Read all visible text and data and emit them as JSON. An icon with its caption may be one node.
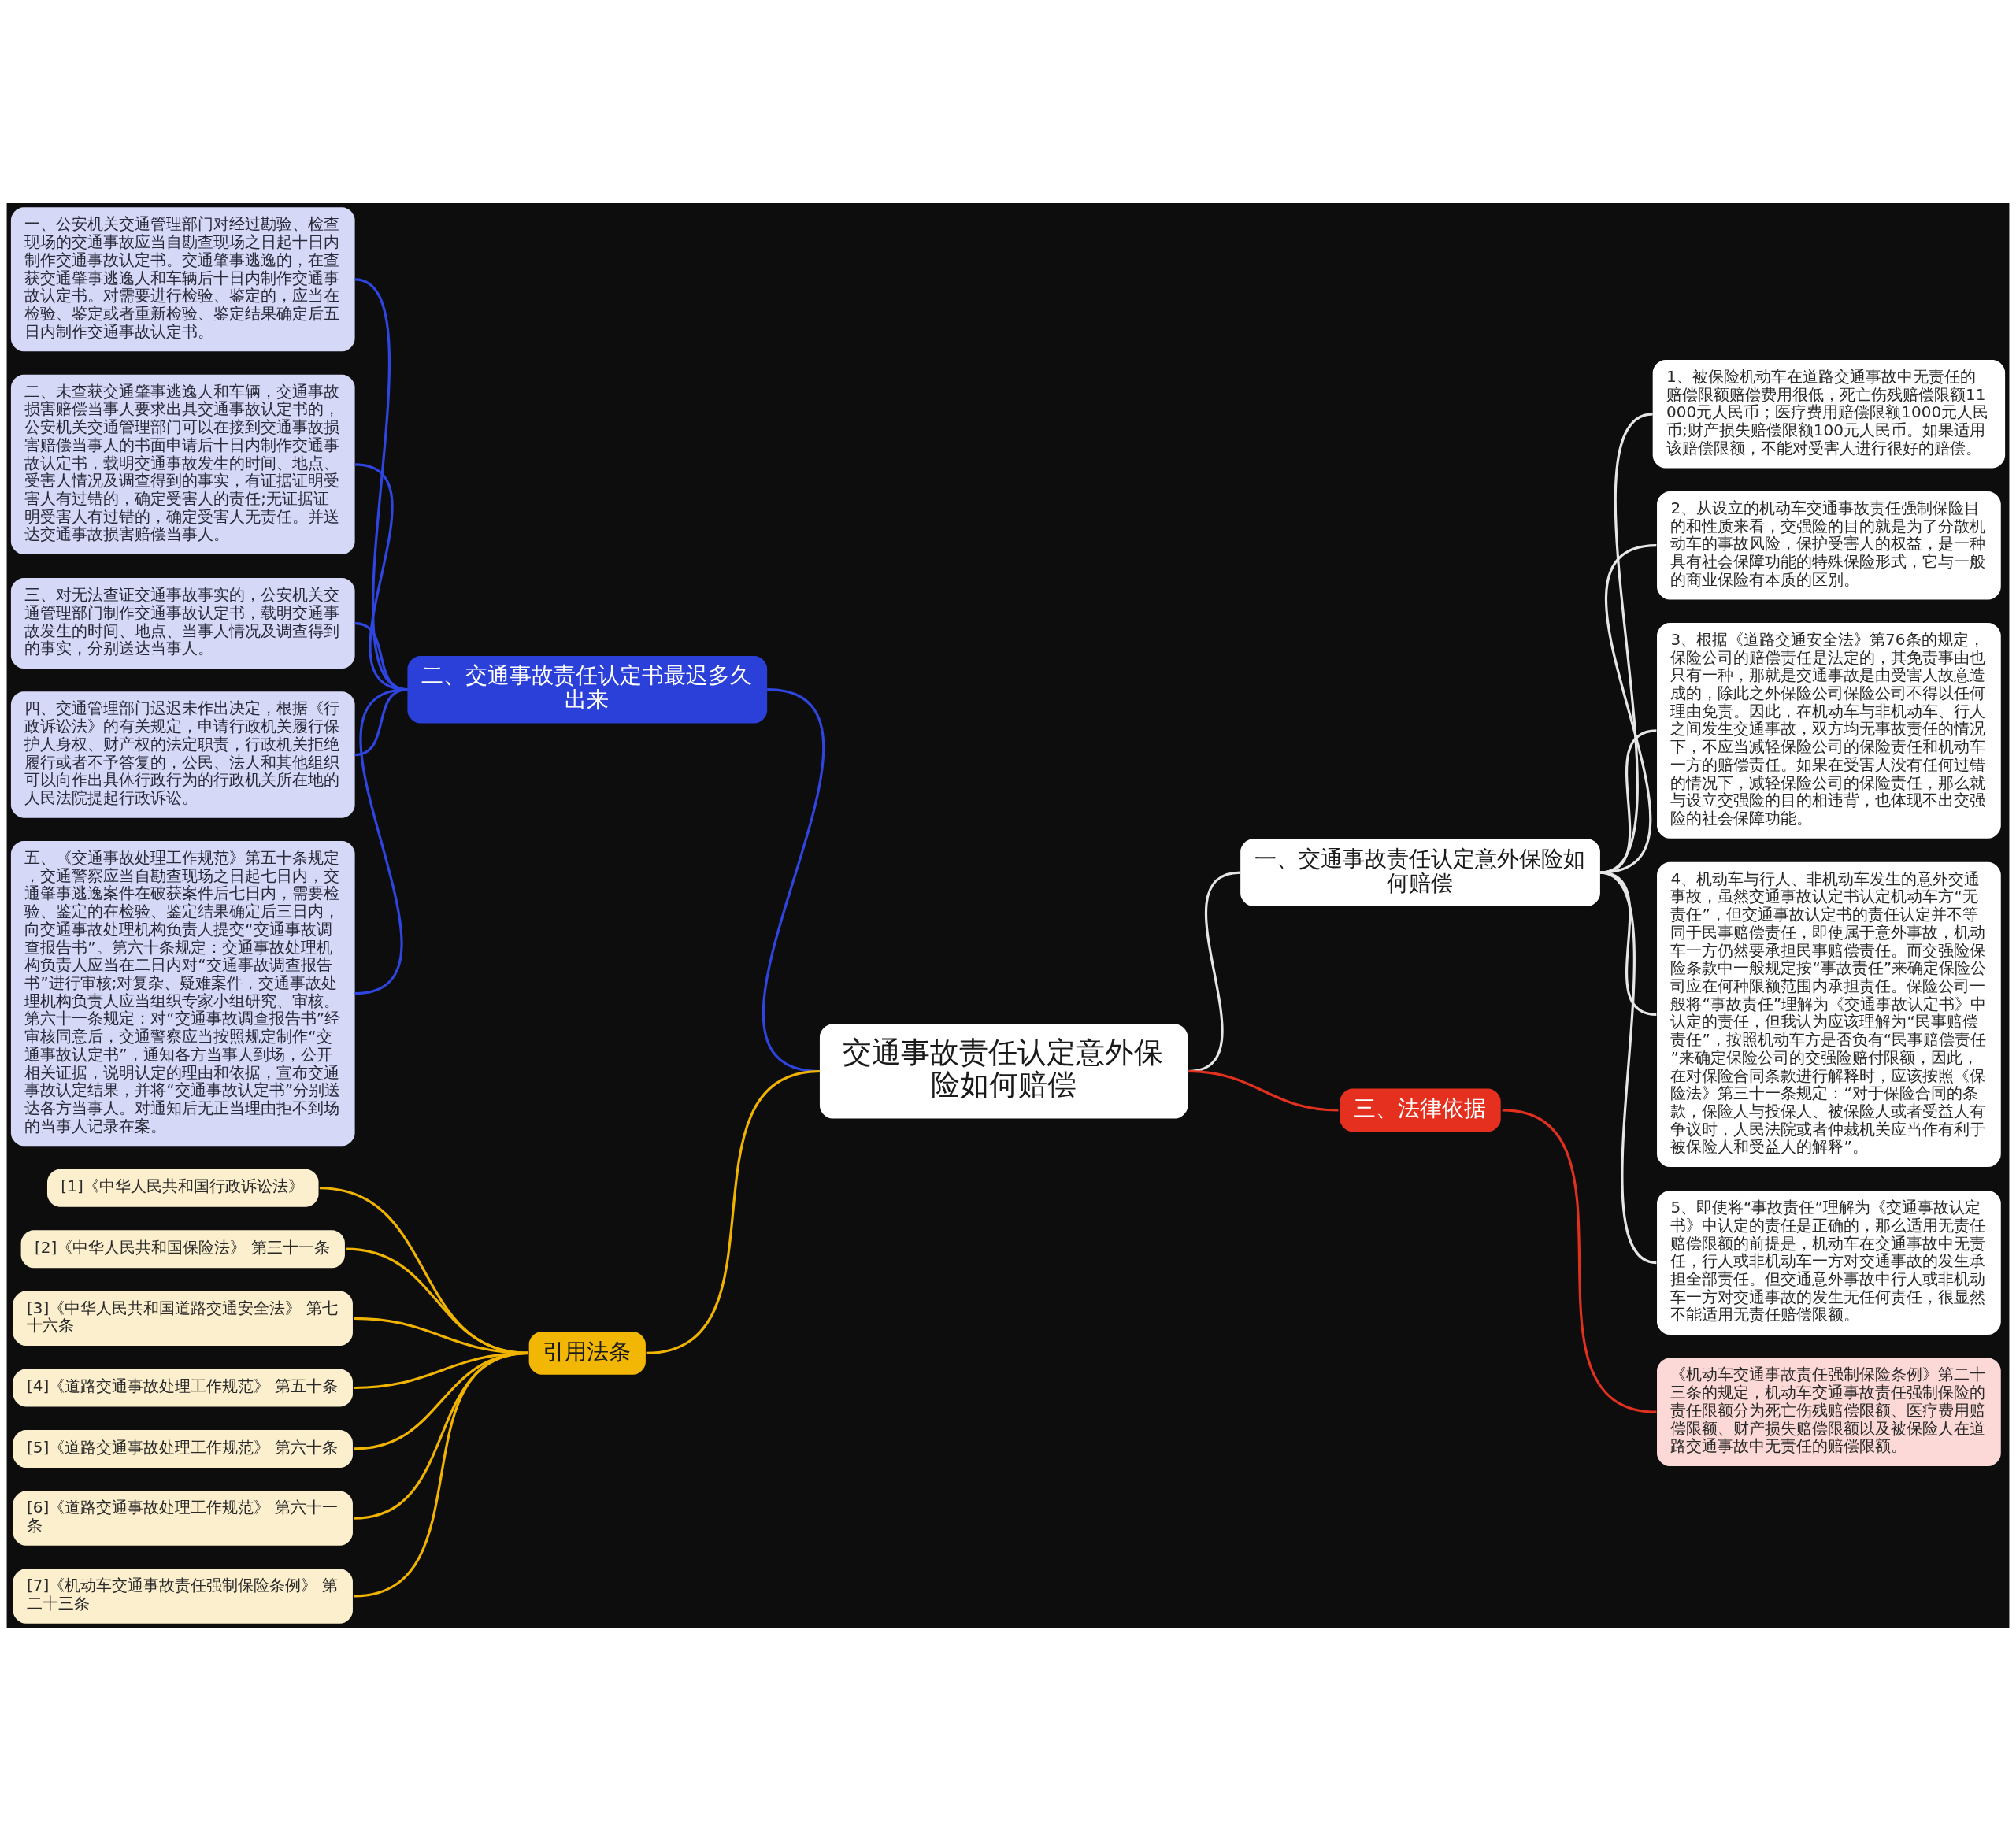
{
  "diagram": {
    "nodes": [
      {
        "text": [
          "交通事故责任认定意外保险如何赔偿"
        ]
      },
      {
        "text": [
          "二、交通事故责任认定书最迟多久出来"
        ]
      },
      {
        "text": [
          "一、公安机关交通管理部门对经过勘验、检查现场的交通事故应当自勘查现场之日起十日内制作交通事故认定书。交通肇事逃逸的，在查获交通肇事逃逸人和车辆后十日内制作交通事故认定书。对需要进行检验、鉴定的，应当在检验、鉴定或者重新检验、鉴定结果确定后五日内制作交通事故认定书。"
        ]
      },
      {
        "text": [
          "二、未查获交通肇事逃逸人和车辆，交通事故损害赔偿当事人要求出具交通事故认定书的，公安机关交通管理部门可以在接到交通事故损害赔偿当事人的书面申请后十日内制作交通事故认定书，载明交通事故发生的时间、地点、受害人情况及调查得到的事实，有证据证明受害人有过错的，确定受害人的责任;无证据证明受害人有过错的，确定受害人无责任。并送达交通事故损害赔偿当事人。"
        ]
      },
      {
        "text": [
          "三、对无法查证交通事故事实的，公安机关交通管理部门制作交通事故认定书，载明交通事故发生的时间、地点、当事人情况及调查得到的事实，分别送达当事人。"
        ]
      },
      {
        "text": [
          "四、交通管理部门迟迟未作出决定，根据《行政诉讼法》的有关规定，申请行政机关履行保护人身权、财产权的法定职责，行政机关拒绝履行或者不予答复的，公民、法人和其他组织可以向作出具体行政行为的行政机关所在地的人民法院提起行政诉讼。"
        ]
      },
      {
        "text": [
          "五、《交通事故处理工作规范》第五十条规定，交通警察应当自勘查现场之日起七日内，交通肇事逃逸案件在破获案件后七日内，需要检验、鉴定的在检验、鉴定结果确定后三日内，向交通事故处理机构负责人提交“交通事故调查报告书”。第六十条规定：交通事故处理机构负责人应当在二日内对“交通事故调查报告书”进行审核;对复杂、疑难案件，交通事故处理机构负责人应当组织专家小组研究、审核。第六十一条规定：对“交通事故调查报告书”经审核同意后，交通警察应当按照规定制作“交通事故认定书”，通知各方当事人到场，公开相关证据，说明认定的理由和依据，宣布交通事故认定结果，并将“交通事故认定书”分别送达各方当事人。对通知后无正当理由拒不到场的当事人记录在案。"
        ]
      },
      {
        "text": [
          "引用法条"
        ]
      },
      {
        "text": [
          "[1]《中华人民共和国行政诉讼法》"
        ]
      },
      {
        "text": [
          "[2]《中华人民共和国保险法》 第三十一条"
        ]
      },
      {
        "text": [
          "[3]《中华人民共和国道路交通安全法》 第七十六条"
        ]
      },
      {
        "text": [
          "[4]《道路交通事故处理工作规范》 第五十条"
        ]
      },
      {
        "text": [
          "[5]《道路交通事故处理工作规范》 第六十条"
        ]
      },
      {
        "text": [
          "[6]《道路交通事故处理工作规范》 第六十一条"
        ]
      },
      {
        "text": [
          "[7]《机动车交通事故责任强制保险条例》 第二十三条"
        ]
      },
      {
        "text": [
          "一、交通事故责任认定意外保险如何赔偿"
        ]
      },
      {
        "text": [
          "1、被保险机动车在道路交通事故中无责任的赔偿限额赔偿费用很低，死亡伤残赔偿限额11000元人民币；医疗费用赔偿限额1000元人民币;财产损失赔偿限额100元人民币。如果适用该赔偿限额，不能对受害人进行很好的赔偿。"
        ]
      },
      {
        "text": [
          "2、从设立的机动车交通事故责任强制保险目的和性质来看，交强险的目的就是为了分散机动车的事故风险，保护受害人的权益，是一种具有社会保障功能的特殊保险形式，它与一般的商业保险有本质的区别。"
        ]
      },
      {
        "text": [
          "3、根据《道路交通安全法》第76条的规定，保险公司的赔偿责任是法定的，其免责事由也只有一种，那就是交通事故是由受害人故意造成的，除此之外保险公司保险公司不得以任何理由免责。因此，在机动车与非机动车、行人之间发生交通事故，双方均无事故责任的情况下，不应当减轻保险公司的保险责任和机动车一方的赔偿责任。如果在受害人没有任何过错的情况下，减轻保险公司的保险责任，那么就与设立交强险的目的相违背，也体现不出交强险的社会保障功能。"
        ]
      },
      {
        "text": [
          "4、机动车与行人、非机动车发生的意外交通事故，虽然交通事故认定书认定机动车方“无责任”，但交通事故认定书的责任认定并不等同于民事赔偿责任，即使属于意外事故，机动车一方仍然要承担民事赔偿责任。而交强险保险条款中一般规定按“事故责任”来确定保险公司应在何种限额范围内承担责任。保险公司一般将“事故责任”理解为《交通事故认定书》中认定的责任，但我认为应该理解为“民事赔偿责任”，按照机动车方是否负有“民事赔偿责任”来确定保险公司的交强险赔付限额，因此，在对保险合同条款进行解释时，应该按照《保险法》第三十一条规定：“对于保险合同的条款，保险人与投保人、被保险人或者受益人有争议时，人民法院或者仲裁机关应当作有利于被保险人和受益人的解释”。"
        ]
      },
      {
        "text": [
          "5、即使将“事故责任”理解为《交通事故认定书》中认定的责任是正确的，那么适用无责任赔偿限额的前提是，机动车在交通事故中无责任，行人或非机动车一方对交通事故的发生承担全部责任。但交通意外事故中行人或非机动车一方对交通事故的发生无任何责任，很显然不能适用无责任赔偿限额。"
        ]
      },
      {
        "text": [
          "三、法律依据"
        ]
      },
      {
        "text": [
          "《机动车交通事故责任强制保险条例》第二十三条的规定，机动车交通事故责任强制保险的责任限额分为死亡伤残赔偿限额、医疗费用赔偿限额、财产损失赔偿限额以及被保险人在道路交通事故中无责任的赔偿限额。"
        ]
      }
    ],
    "edges": [
      {
        "from": 0,
        "to": 1,
        "arrow": "none",
        "color": "#2f45e0"
      },
      {
        "from": 1,
        "to": 2,
        "arrow": "none",
        "color": "#2f45e0"
      },
      {
        "from": 1,
        "to": 3,
        "arrow": "none",
        "color": "#2f45e0"
      },
      {
        "from": 1,
        "to": 4,
        "arrow": "none",
        "color": "#2f45e0"
      },
      {
        "from": 1,
        "to": 5,
        "arrow": "none",
        "color": "#2f45e0"
      },
      {
        "from": 1,
        "to": 6,
        "arrow": "none",
        "color": "#2f45e0"
      },
      {
        "from": 0,
        "to": 7,
        "arrow": "none"
      },
      {
        "from": 7,
        "to": 8,
        "arrow": "none"
      },
      {
        "from": 7,
        "to": 9,
        "arrow": "none"
      },
      {
        "from": 7,
        "to": 10,
        "arrow": "none"
      },
      {
        "from": 7,
        "to": 11,
        "arrow": "none"
      },
      {
        "from": 7,
        "to": 12,
        "arrow": "none"
      },
      {
        "from": 7,
        "to": 13,
        "arrow": "none"
      },
      {
        "from": 7,
        "to": 14,
        "arrow": "none"
      },
      {
        "from": 0,
        "to": 15,
        "arrow": "none",
        "color": "#e6e6e6"
      },
      {
        "from": 15,
        "to": 16,
        "arrow": "none",
        "color": "#e6e6e6"
      },
      {
        "from": 15,
        "to": 17,
        "arrow": "none",
        "color": "#e6e6e6"
      },
      {
        "from": 15,
        "to": 18,
        "arrow": "none",
        "color": "#e6e6e6"
      },
      {
        "from": 15,
        "to": 19,
        "arrow": "none",
        "color": "#e6e6e6"
      },
      {
        "from": 15,
        "to": 20,
        "arrow": "none",
        "color": "#e6e6e6"
      },
      {
        "from": 0,
        "to": 21,
        "arrow": "none",
        "color": "#e0301e"
      },
      {
        "from": 21,
        "to": 22,
        "arrow": "none",
        "color": "#e0301e"
      }
    ]
  }
}
